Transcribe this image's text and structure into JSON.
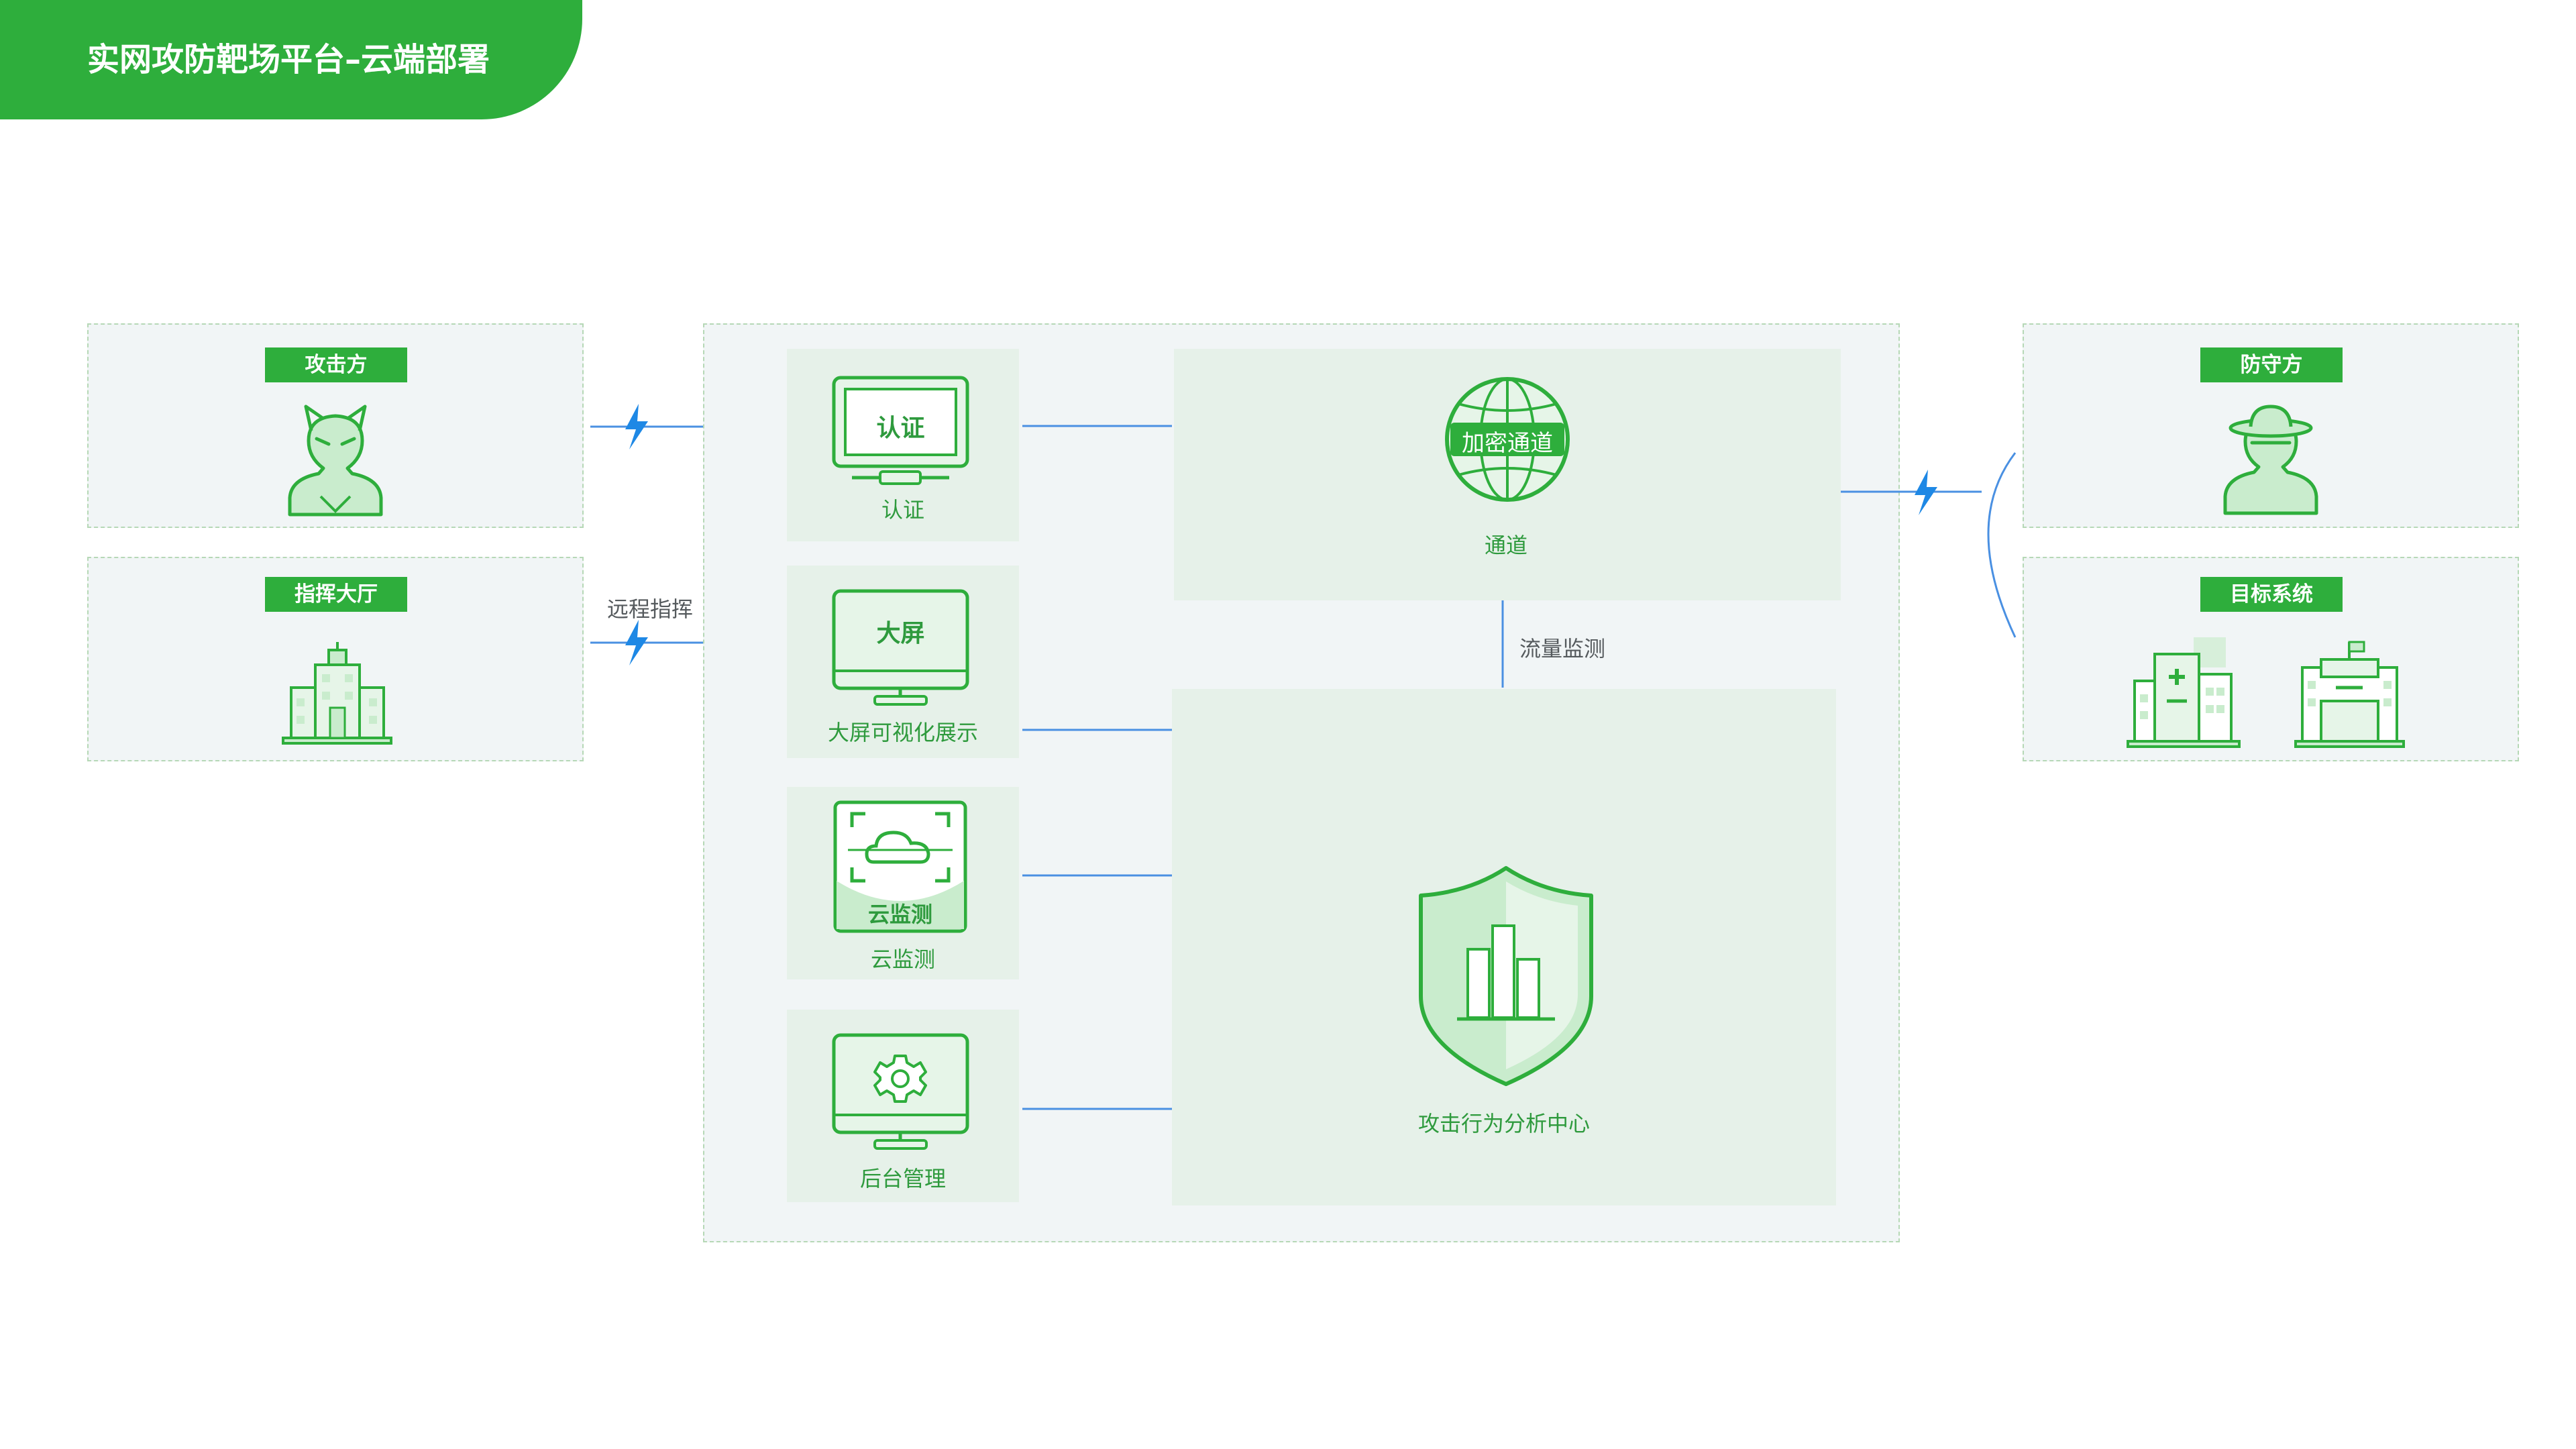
{
  "header": {
    "title": "实网攻防靶场平台–云端部署"
  },
  "left": {
    "attacker": {
      "tag": "攻击方",
      "icon": "devil-person-icon"
    },
    "command": {
      "tag": "指挥大厅",
      "icon": "office-building-icon"
    },
    "remote_label": "远程指挥"
  },
  "center": {
    "modules": [
      {
        "screen": "认证",
        "label": "认证",
        "icon": "monitor-icon"
      },
      {
        "screen": "大屏",
        "label": "大屏可视化展示",
        "icon": "monitor-icon"
      },
      {
        "screen": "云监测",
        "label": "云监测",
        "icon": "cloud-monitor-icon"
      },
      {
        "screen": "",
        "label": "后台管理",
        "icon": "gear-monitor-icon"
      }
    ],
    "channel": {
      "globe_text": "加密通道",
      "label": "通道",
      "icon": "globe-icon"
    },
    "flow_label": "流量监测",
    "analysis": {
      "label": "攻击行为分析中心",
      "icon": "shield-chart-icon"
    }
  },
  "right": {
    "defender": {
      "tag": "防守方",
      "icon": "hat-person-icon"
    },
    "target": {
      "tag": "目标系统",
      "icon": "hospital-building-icon"
    }
  },
  "colors": {
    "green": "#2eae3c",
    "link_blue": "#4a90e2",
    "bolt_blue": "#1e88e5",
    "panel_bg": "#f1f5f6",
    "card_bg": "#e6f1e9"
  }
}
